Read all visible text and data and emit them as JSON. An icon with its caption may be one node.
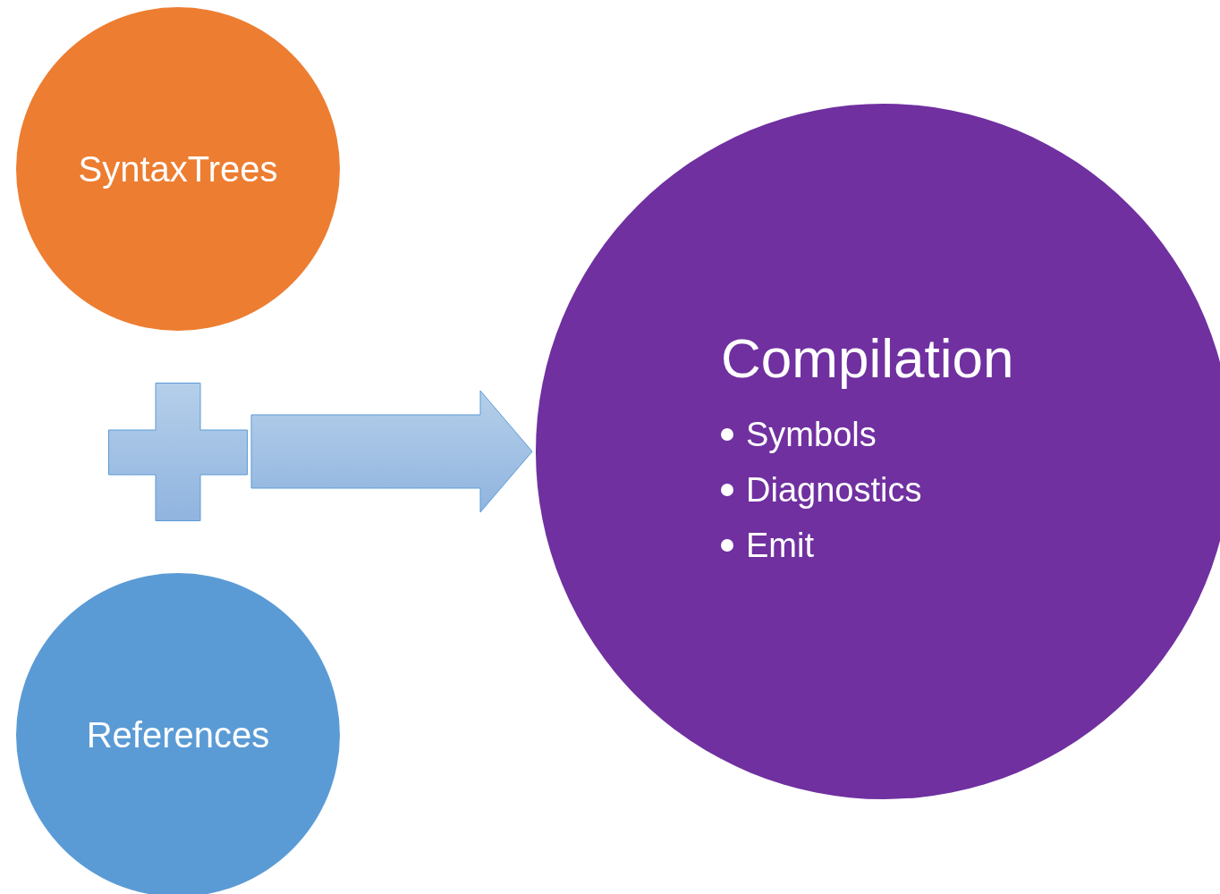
{
  "diagram": {
    "nodes": [
      {
        "text": [
          "SyntaxTrees"
        ]
      },
      {
        "text": [
          "References"
        ]
      },
      {
        "text": [
          "Compilation",
          "Symbols",
          "Diagnostics",
          "Emit"
        ]
      },
      {
        "text": [],
        "shape": "plus"
      }
    ],
    "edges": [
      {
        "from": 3,
        "to": 2,
        "arrow": "to",
        "style": "thick"
      }
    ]
  }
}
